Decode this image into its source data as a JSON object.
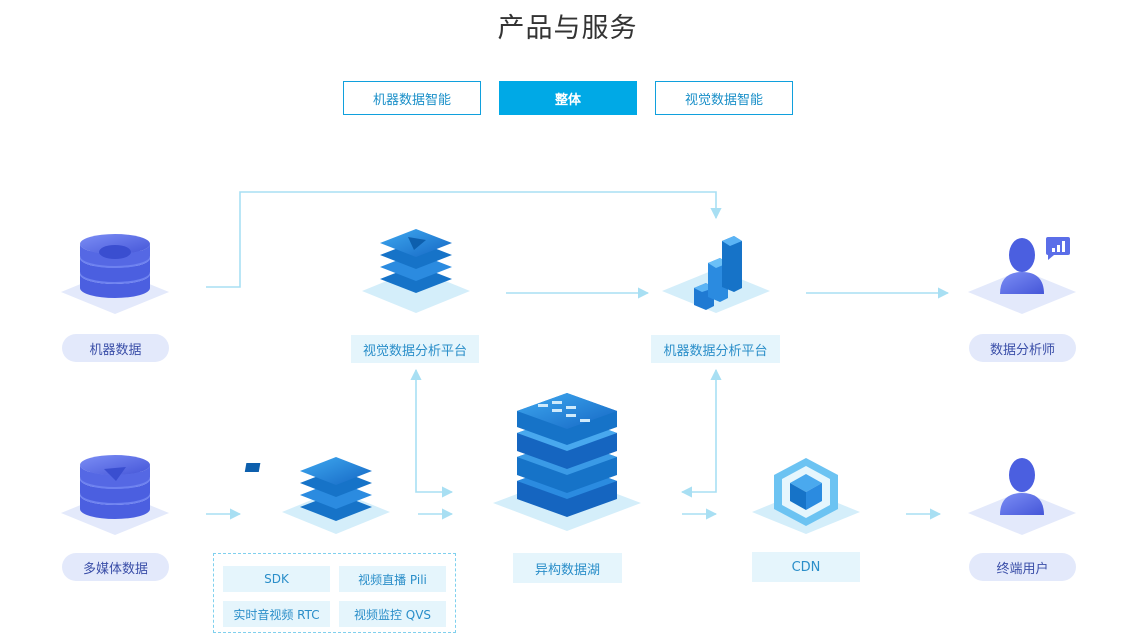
{
  "page": {
    "title": "产品与服务"
  },
  "tabs": [
    {
      "label": "机器数据智能",
      "active": false
    },
    {
      "label": "整体",
      "active": true
    },
    {
      "label": "视觉数据智能",
      "active": false
    }
  ],
  "nodes": {
    "machine_data": "机器数据",
    "multimedia_data": "多媒体数据",
    "visual_platform": "视觉数据分析平台",
    "machine_platform": "机器数据分析平台",
    "data_lake": "异构数据湖",
    "cdn": "CDN",
    "analyst": "数据分析师",
    "end_user": "终端用户"
  },
  "media_services": [
    "SDK",
    "视频直播 Pili",
    "实时音视频 RTC",
    "视频监控 QVS"
  ],
  "colors": {
    "accent": "#00a9e6",
    "arrow": "#a8dff3",
    "pill_bg": "#e3e9fb",
    "label_bg": "#e5f5fc",
    "icon_blue": "#2c7fd6",
    "icon_purple": "#5b6ee8"
  }
}
